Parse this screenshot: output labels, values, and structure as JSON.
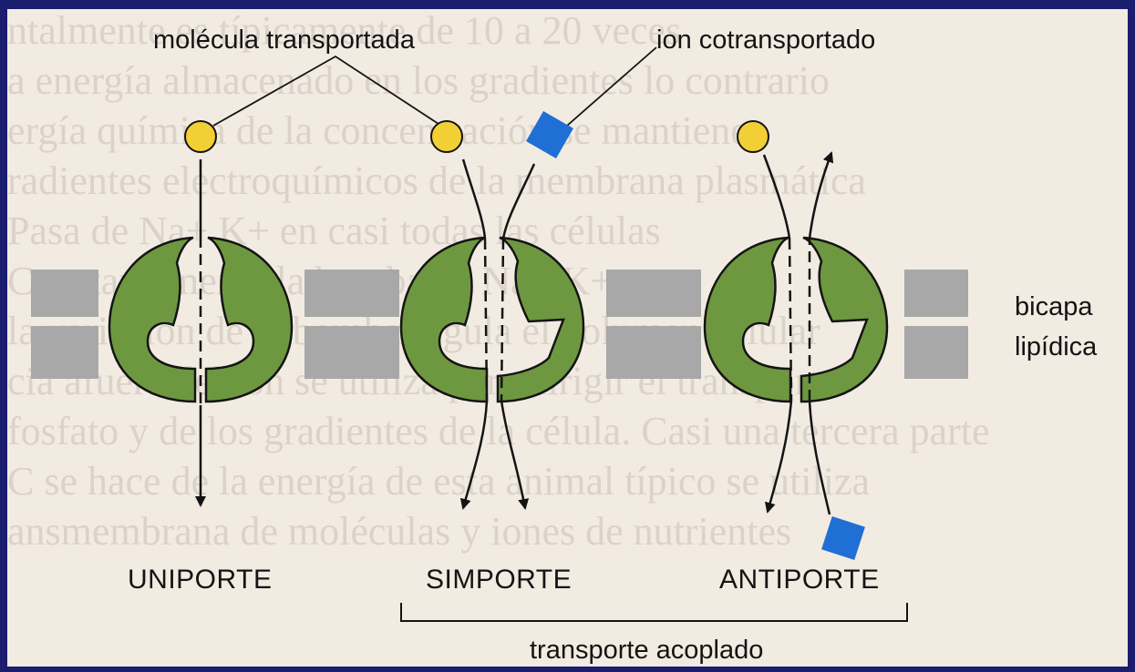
{
  "labels": {
    "transported_molecule": "molécula transportada",
    "cotransported_ion": "ion cotransportado",
    "lipid_bilayer_line1": "bicapa",
    "lipid_bilayer_line2": "lipídica",
    "uniport": "UNIPORTE",
    "symport": "SIMPORTE",
    "antiport": "ANTIPORTE",
    "coupled_transport": "transporte acoplado"
  },
  "background_text": [
    "ntalmente es típicamente de 10 a 20 veces",
    "a energía almacenado en los gradientes lo contrario",
    "ergía química de la concentración se mantiene",
    "radientes electroquímicos de la membrana plasmática",
    "Pasa de Na+ K+ en casi todas las células",
    "Constantemente la bomba de Na+ K+",
    "la variación de la bomba regula el volumen celular",
    "cia afuera del ion se utiliza para dirigir el transporte",
    "fosfato y de los gradientes de la célula. Casi una tercera parte",
    "C se hace de la energía de esta animal típico se utiliza",
    "ansmembrana de moléculas y iones de nutrientes"
  ],
  "colors": {
    "slide_background": "#1b1d6e",
    "paper": "#f2ebe2",
    "protein_green": "#6e9840",
    "molecule_yellow": "#f2cf35",
    "ion_blue": "#1f6fd4",
    "bilayer_gray": "#a8a8a8"
  }
}
